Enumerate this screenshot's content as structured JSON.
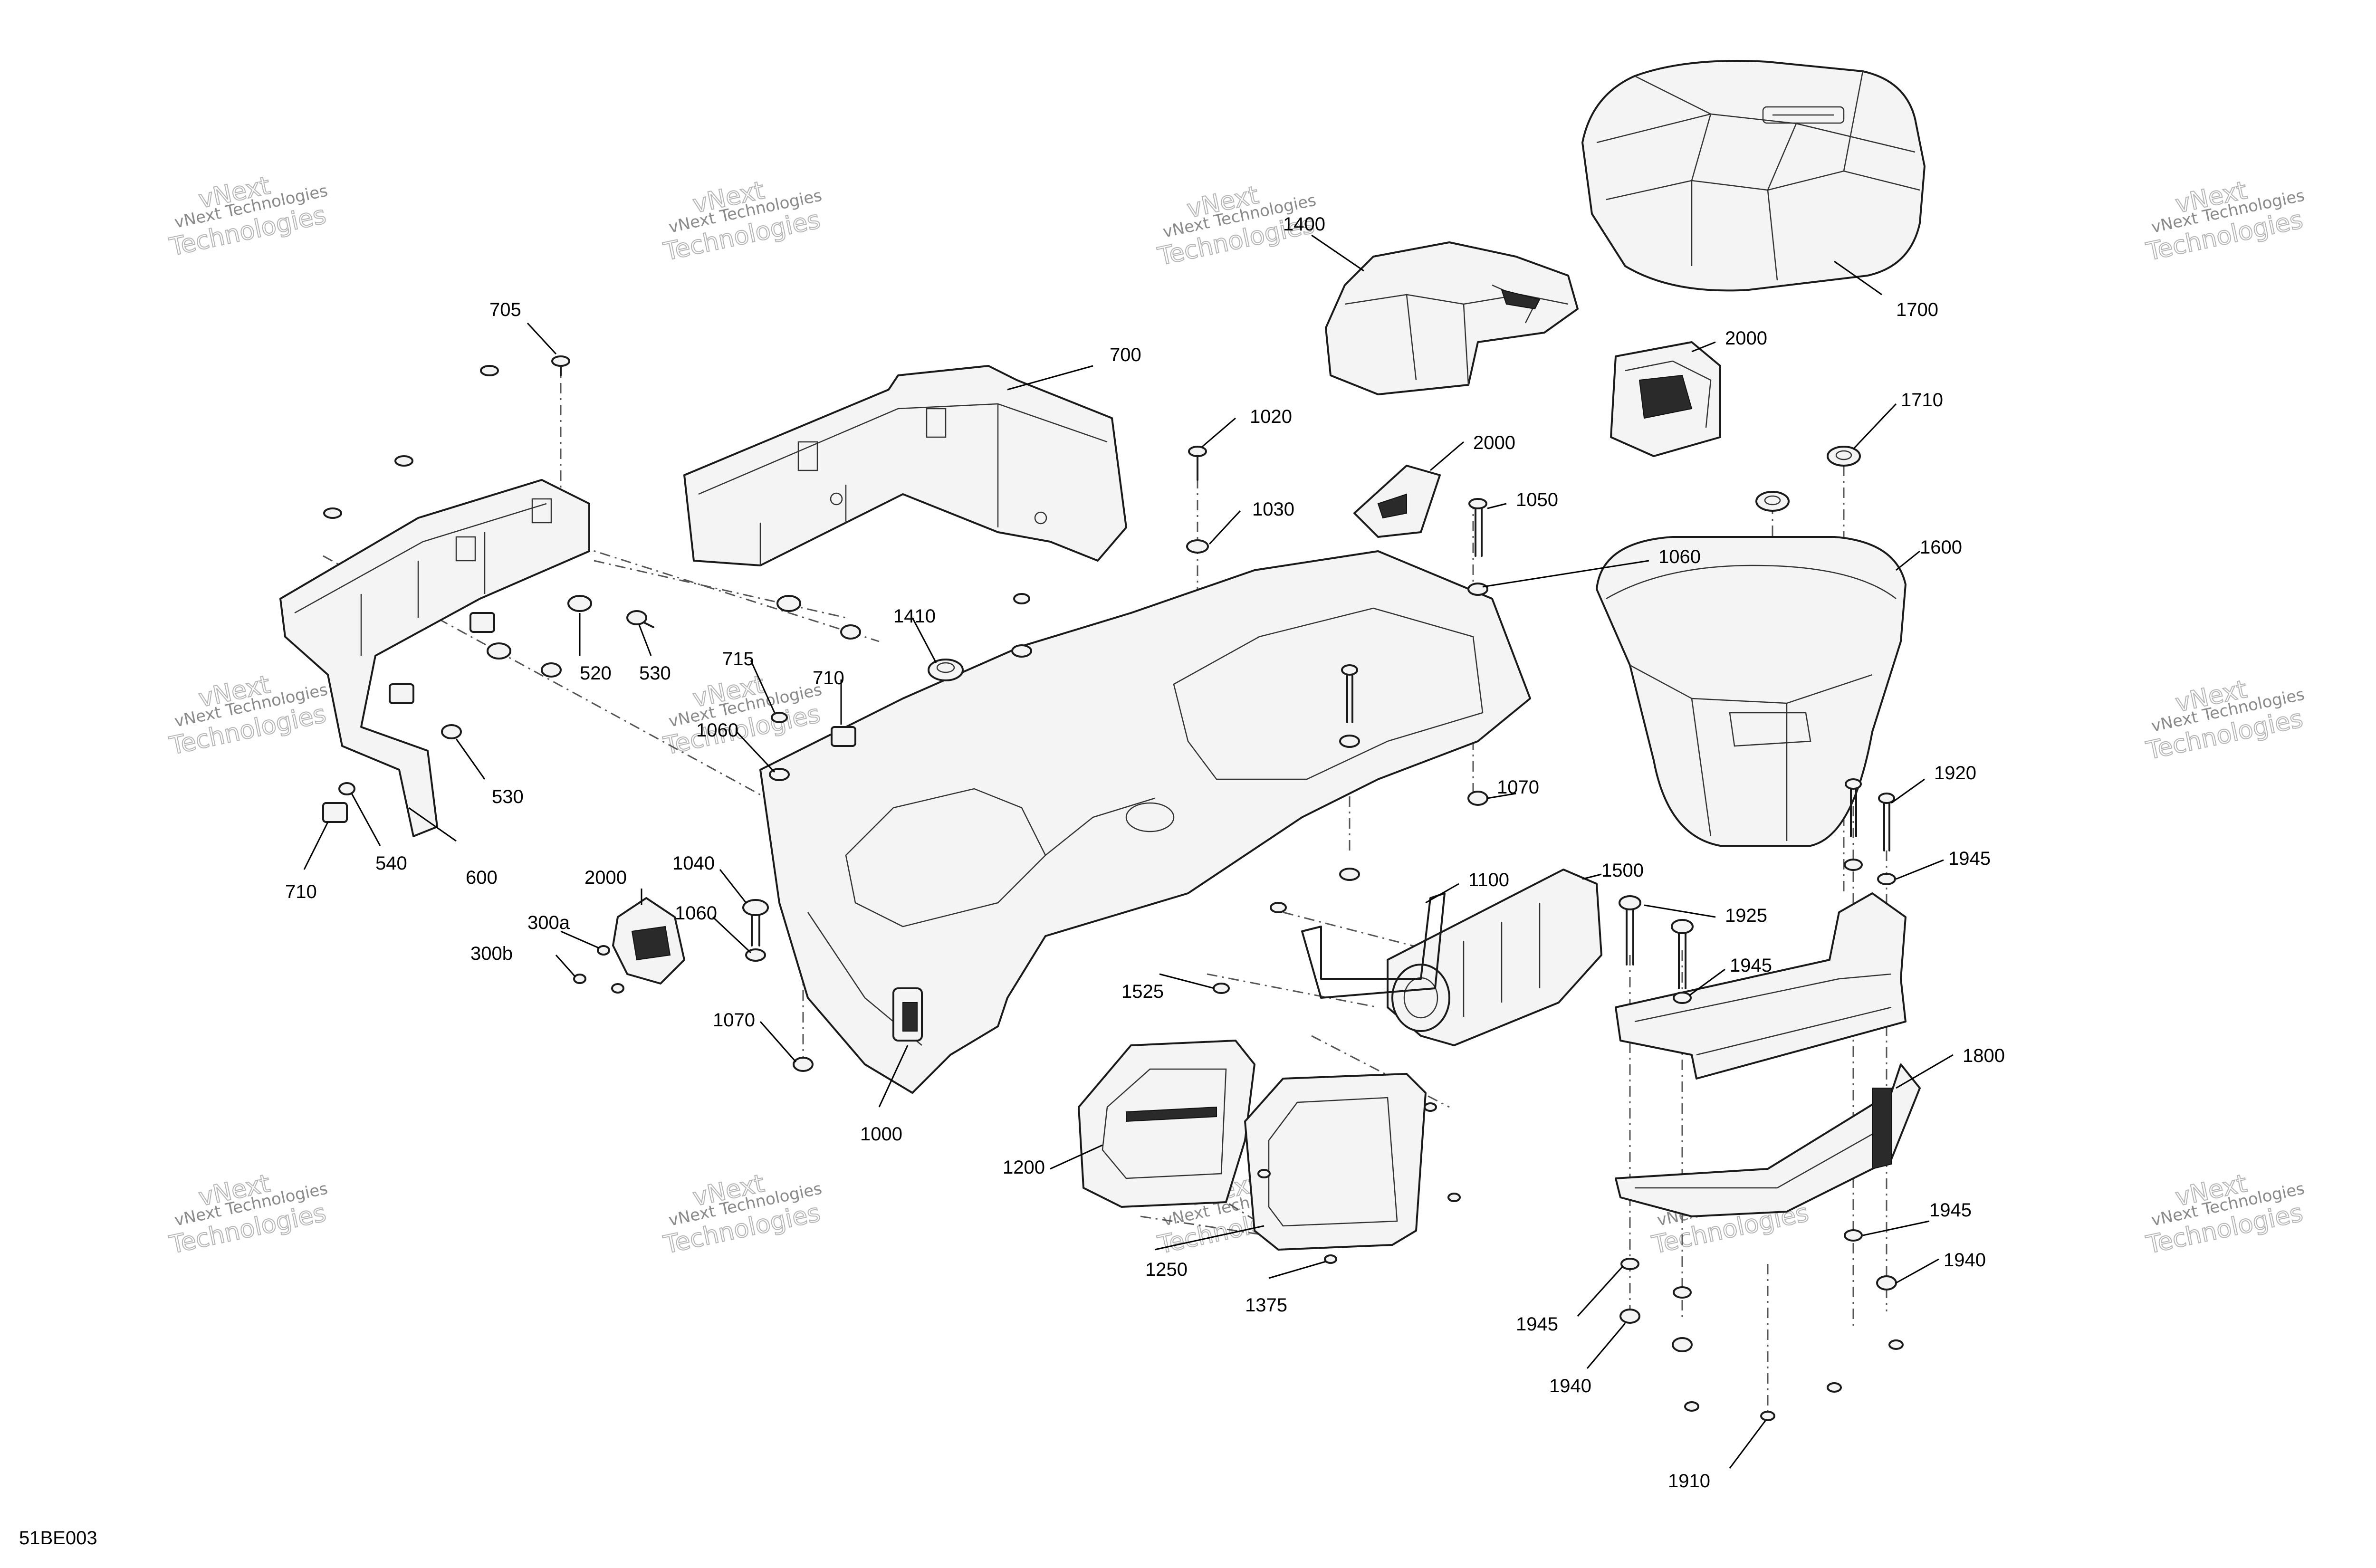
{
  "diagram_code": "51BE003",
  "watermark": {
    "line1": "vNext Technologies",
    "line2": "vNext",
    "line3": "Technologies"
  },
  "callouts": [
    {
      "id": "c705",
      "label": "705"
    },
    {
      "id": "c700",
      "label": "700"
    },
    {
      "id": "c1400",
      "label": "1400"
    },
    {
      "id": "c1700",
      "label": "1700"
    },
    {
      "id": "c2000a",
      "label": "2000"
    },
    {
      "id": "c1020",
      "label": "1020"
    },
    {
      "id": "c2000b",
      "label": "2000"
    },
    {
      "id": "c1710",
      "label": "1710"
    },
    {
      "id": "c1050",
      "label": "1050"
    },
    {
      "id": "c1030",
      "label": "1030"
    },
    {
      "id": "c1060a",
      "label": "1060"
    },
    {
      "id": "c1600",
      "label": "1600"
    },
    {
      "id": "c1410",
      "label": "1410"
    },
    {
      "id": "c715",
      "label": "715"
    },
    {
      "id": "c710a",
      "label": "710"
    },
    {
      "id": "c520",
      "label": "520"
    },
    {
      "id": "c530a",
      "label": "530"
    },
    {
      "id": "c1060b",
      "label": "1060"
    },
    {
      "id": "c530b",
      "label": "530"
    },
    {
      "id": "c1070a",
      "label": "1070"
    },
    {
      "id": "c1920",
      "label": "1920"
    },
    {
      "id": "c1945a",
      "label": "1945"
    },
    {
      "id": "c710b",
      "label": "710"
    },
    {
      "id": "c540",
      "label": "540"
    },
    {
      "id": "c600",
      "label": "600"
    },
    {
      "id": "c2000c",
      "label": "2000"
    },
    {
      "id": "c1040",
      "label": "1040"
    },
    {
      "id": "c1100",
      "label": "1100"
    },
    {
      "id": "c1500",
      "label": "1500"
    },
    {
      "id": "c1925",
      "label": "1925"
    },
    {
      "id": "c300a",
      "label": "300a"
    },
    {
      "id": "c1060c",
      "label": "1060"
    },
    {
      "id": "c300b",
      "label": "300b"
    },
    {
      "id": "c1945b",
      "label": "1945"
    },
    {
      "id": "c1525",
      "label": "1525"
    },
    {
      "id": "c1070b",
      "label": "1070"
    },
    {
      "id": "c1800",
      "label": "1800"
    },
    {
      "id": "c1000",
      "label": "1000"
    },
    {
      "id": "c1200",
      "label": "1200"
    },
    {
      "id": "c1945c",
      "label": "1945"
    },
    {
      "id": "c1250",
      "label": "1250"
    },
    {
      "id": "c1940a",
      "label": "1940"
    },
    {
      "id": "c1375",
      "label": "1375"
    },
    {
      "id": "c1945d",
      "label": "1945"
    },
    {
      "id": "c1940b",
      "label": "1940"
    },
    {
      "id": "c1910",
      "label": "1910"
    }
  ]
}
